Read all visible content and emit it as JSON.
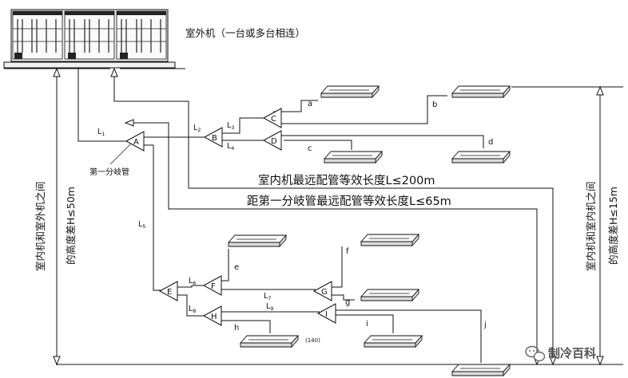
{
  "labels": {
    "outdoor_unit": "室外机（一台或多台相连）",
    "first_branch": "第一分岐管",
    "max_equiv_length": "室内机最远配管等效长度L≤200m",
    "first_branch_equiv_length": "距第一分岐管最远配管等效长度L≤65m",
    "height_outdoor_indoor_1": "室内机和室外机之间",
    "height_outdoor_indoor_2": "的高度差H≤50m",
    "height_indoor_indoor_1": "室内机和室内机之间",
    "height_indoor_indoor_2": "的高度差H≤15m",
    "unit_note": "(140)",
    "watermark": "制冷百科"
  },
  "branches": [
    "A",
    "B",
    "C",
    "D",
    "E",
    "F",
    "G",
    "H",
    "I"
  ],
  "indoor_units": [
    "a",
    "b",
    "c",
    "d",
    "e",
    "f",
    "g",
    "h",
    "i",
    "j"
  ],
  "segments": [
    {
      "main": "L",
      "sub": "1"
    },
    {
      "main": "L",
      "sub": "2"
    },
    {
      "main": "L",
      "sub": "3"
    },
    {
      "main": "L",
      "sub": "4"
    },
    {
      "main": "L",
      "sub": "5"
    },
    {
      "main": "L",
      "sub": "6"
    },
    {
      "main": "L",
      "sub": "7"
    },
    {
      "main": "L",
      "sub": "8"
    },
    {
      "main": "L",
      "sub": "9"
    }
  ],
  "icons": {
    "outdoor": "outdoor-unit-icon",
    "indoor": "ceiling-cassette-icon",
    "branch": "branch-joint-icon",
    "watermark": "wechat-icon"
  }
}
